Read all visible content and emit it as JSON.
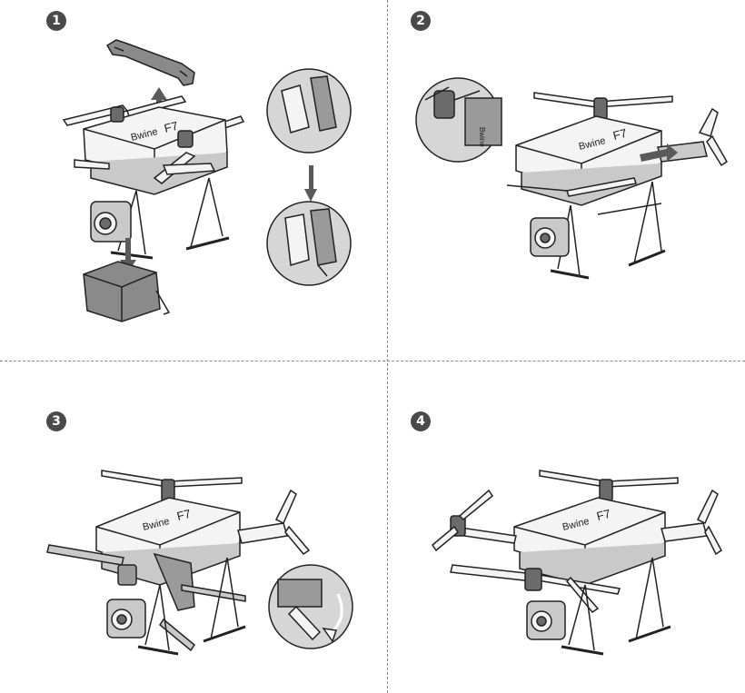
{
  "steps": [
    {
      "number": "1",
      "brand_label": "Bwine",
      "model_label": "F7"
    },
    {
      "number": "2",
      "brand_label": "Bwine",
      "model_label": "F7",
      "inset_label": "Bwine"
    },
    {
      "number": "3",
      "brand_label": "Bwine",
      "model_label": "F7"
    },
    {
      "number": "4",
      "brand_label": "Bwine",
      "model_label": "F7"
    }
  ],
  "colors": {
    "line": "#222222",
    "body": "#f4f4f4",
    "shade": "#c9c9c9",
    "dark": "#6b6b6b",
    "arrow": "#5a5a5a",
    "divider": "#8a8a8a"
  }
}
